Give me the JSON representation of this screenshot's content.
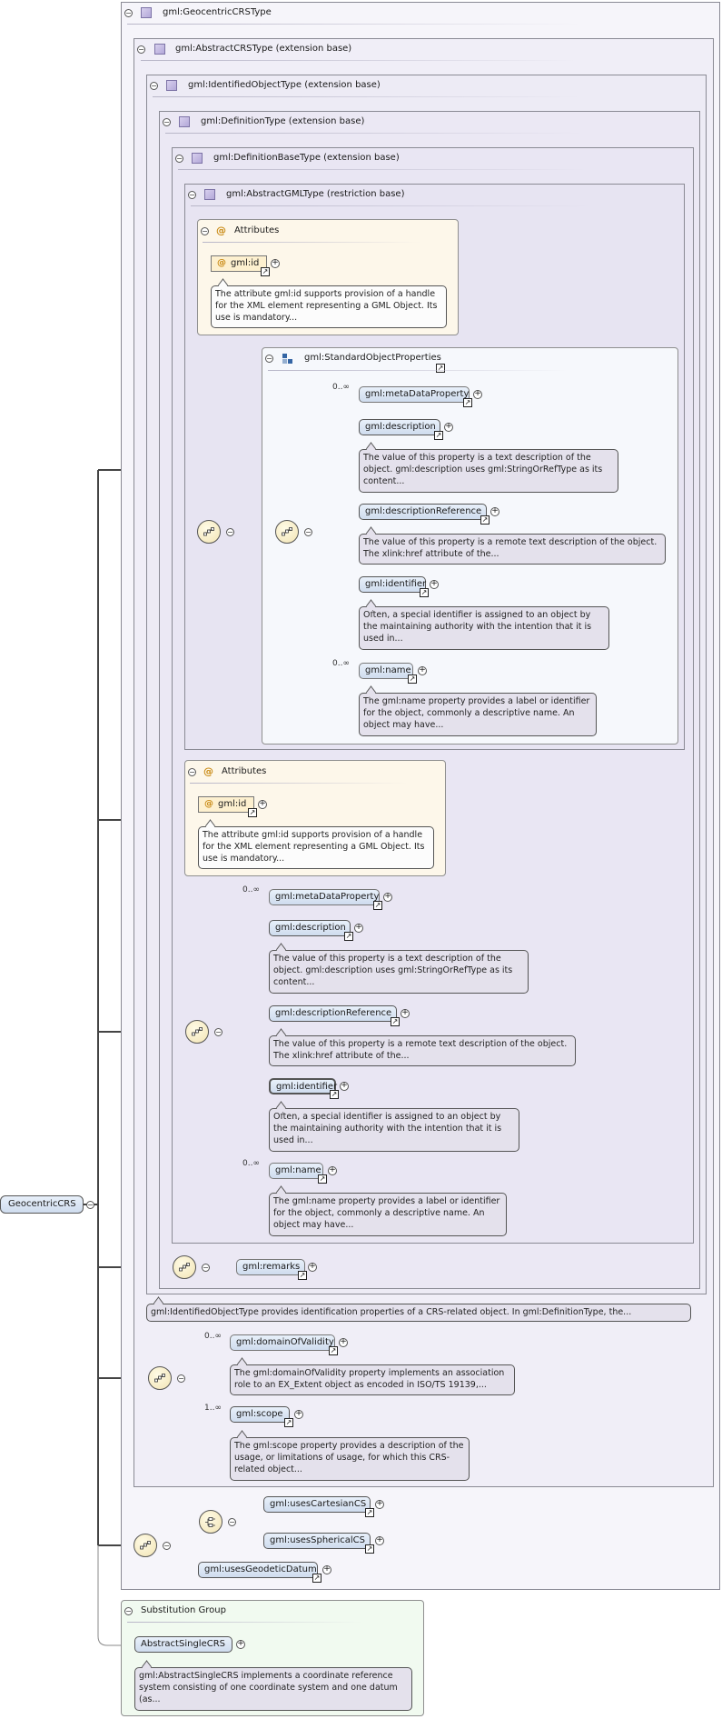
{
  "root": {
    "name": "GeocentricCRS"
  },
  "types": {
    "geocentric": "gml:GeocentricCRSType",
    "abstract_crs": "gml:AbstractCRSType (extension base)",
    "identified_object": "gml:IdentifiedObjectType (extension base)",
    "definition": "gml:DefinitionType (extension base)",
    "definition_base": "gml:DefinitionBaseType (extension base)",
    "abstract_gml": "gml:AbstractGMLType (restriction base)"
  },
  "attributes_label": "Attributes",
  "attr_id": "gml:id",
  "attr_id_doc": "The attribute gml:id supports provision of a handle for the XML element representing a GML Object. Its use is mandatory...",
  "group_name": "gml:StandardObjectProperties",
  "elements": {
    "metaDataProperty": "gml:metaDataProperty",
    "description": "gml:description",
    "descriptionReference": "gml:descriptionReference",
    "identifier": "gml:identifier",
    "name": "gml:name",
    "remarks": "gml:remarks",
    "domainOfValidity": "gml:domainOfValidity",
    "scope": "gml:scope",
    "usesCartesianCS": "gml:usesCartesianCS",
    "usesSphericalCS": "gml:usesSphericalCS",
    "usesGeodeticDatum": "gml:usesGeodeticDatum"
  },
  "docs": {
    "description": "The value of this property is a text description of the object. gml:description uses gml:StringOrRefType as its content...",
    "descriptionReference": "The value of this property is a remote text description of the object. The xlink:href attribute of the...",
    "identifier": "Often, a special identifier is assigned to an object by the maintaining authority with the intention that it is used in...",
    "name": "The gml:name property provides a label or identifier for the object, commonly a descriptive name. An object may have...",
    "identified_object": "gml:IdentifiedObjectType provides identification properties of a CRS-related object. In gml:DefinitionType, the...",
    "domainOfValidity": "The gml:domainOfValidity property implements an association role to an EX_Extent object as encoded in ISO/TS 19139,...",
    "scope": "The gml:scope property provides a description of the usage, or limitations of usage, for which this CRS-related object...",
    "abstractSingleCRS": "gml:AbstractSingleCRS implements a coordinate reference system consisting of one coordinate system and one datum (as..."
  },
  "cardinality": {
    "zero_many": "0..∞",
    "one_many": "1..∞"
  },
  "substitution": {
    "label": "Substitution Group",
    "element": "AbstractSingleCRS"
  },
  "glyphs": {
    "collapse": "−",
    "expand": "+",
    "link": "↗",
    "attr": "@"
  },
  "colors": {
    "element_fill": "#d9e4f2",
    "attribute_fill": "#fdf0cf",
    "type_border": "#8a8a94"
  }
}
